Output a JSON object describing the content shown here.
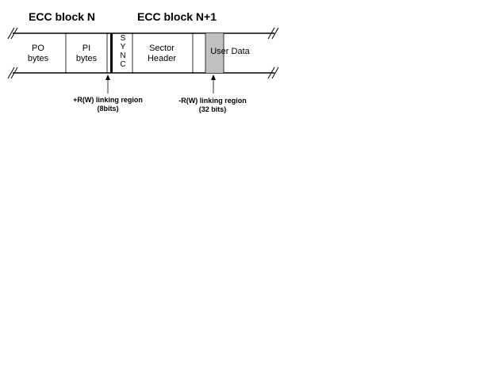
{
  "titles": {
    "block_n": "ECC block N",
    "block_n1": "ECC block N+1"
  },
  "cells": {
    "po": [
      "PO",
      "bytes"
    ],
    "pi": [
      "PI",
      "bytes"
    ],
    "sync": [
      "S",
      "Y",
      "N",
      "C"
    ],
    "sector_header": [
      "Sector",
      "Header"
    ],
    "user_data": "User Data"
  },
  "annotations": {
    "plus_region": [
      "+R(W) linking region",
      "(8bits)"
    ],
    "minus_region": [
      "-R(W) linking region",
      "(32 bits)"
    ]
  },
  "colors": {
    "linking_region_fill": "#c0c0c0",
    "line": "#000000"
  }
}
